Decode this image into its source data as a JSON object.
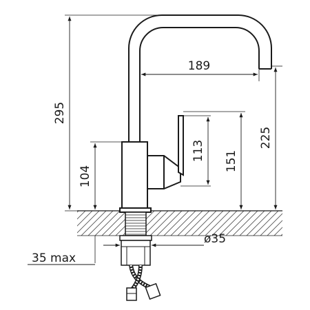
{
  "dimensions": {
    "total_height": "295",
    "spout_reach": "189",
    "spout_height": "225",
    "handle_height": "151",
    "lever_height": "113",
    "body_height": "104",
    "thread_diameter": "ø35",
    "max_deck": "35 max"
  },
  "colors": {
    "ink": "#1a1a1a",
    "background": "#ffffff"
  }
}
